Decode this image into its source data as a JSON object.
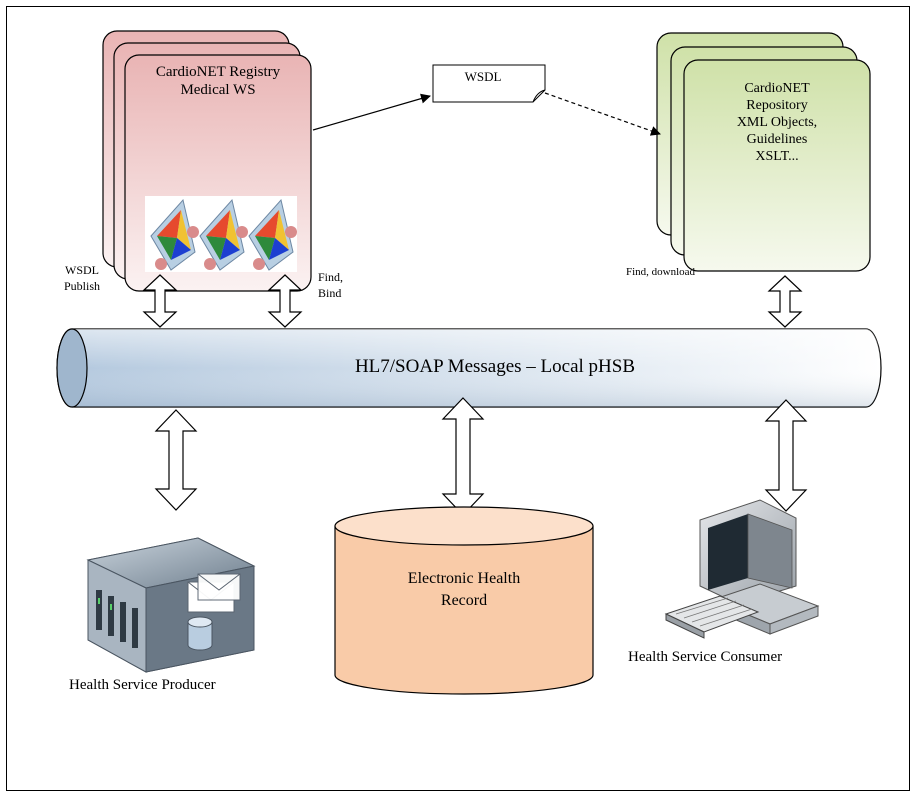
{
  "registry": {
    "title_line1": "CardioNET Registry",
    "title_line2": "Medical WS",
    "fill_top": "#e9b4b4",
    "fill_bottom": "#fbf2f2"
  },
  "repository": {
    "lines": [
      "CardioNET",
      "Repository",
      "XML Objects,",
      "Guidelines",
      "XSLT..."
    ],
    "fill_top": "#cfe1a8",
    "fill_bottom": "#f6f9ee"
  },
  "wsdl_doc": {
    "label": "WSDL"
  },
  "bus": {
    "label": "HL7/SOAP Messages – Local pHSB",
    "fill_left": "#b3c8de",
    "fill_right": "#ffffff"
  },
  "arrow_labels": {
    "publish_line1": "WSDL",
    "publish_line2": "Publish",
    "bind_line1": "Find,",
    "bind_line2": "Bind",
    "download": "Find, download"
  },
  "ehr": {
    "line1": "Electronic Health",
    "line2": "Record",
    "fill": "#f9cba8"
  },
  "producer": {
    "label": "Health Service Producer",
    "icon": "server-icon"
  },
  "consumer": {
    "label": "Health Service Consumer",
    "icon": "computer-icon"
  }
}
